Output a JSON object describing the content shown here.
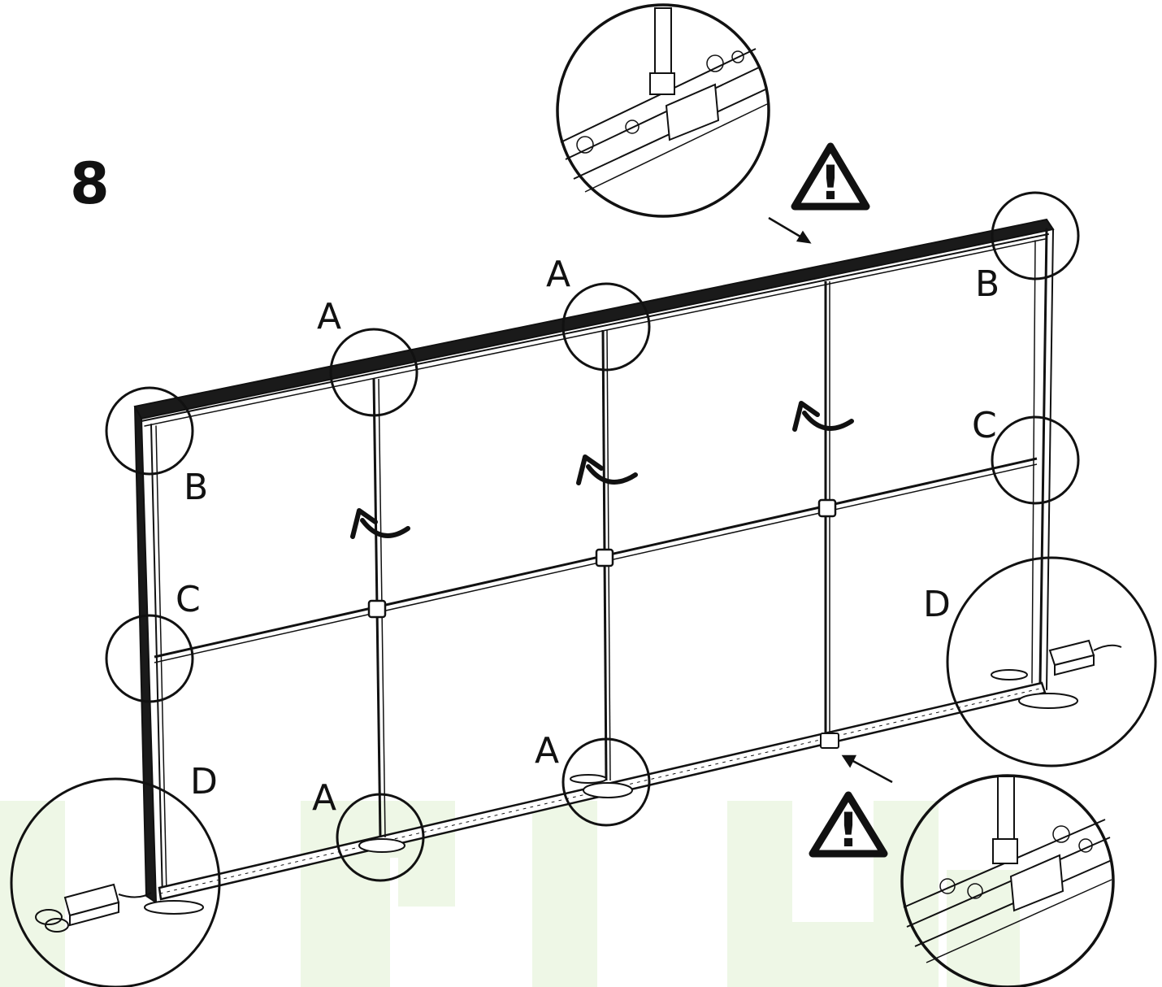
{
  "step": {
    "number": "8"
  },
  "labels": {
    "a1": "A",
    "a2": "A",
    "a3": "A",
    "a4": "A",
    "b1": "B",
    "b2": "B",
    "c1": "C",
    "c2": "C",
    "d1": "D",
    "d2": "D"
  },
  "warnings": {
    "glyph": "!"
  },
  "colors": {
    "ink": "#111111",
    "watermark": "#eef7e6"
  },
  "icons": [
    "warning-triangle-icon",
    "rotate-arrow-icon",
    "direction-arrow-icon"
  ]
}
